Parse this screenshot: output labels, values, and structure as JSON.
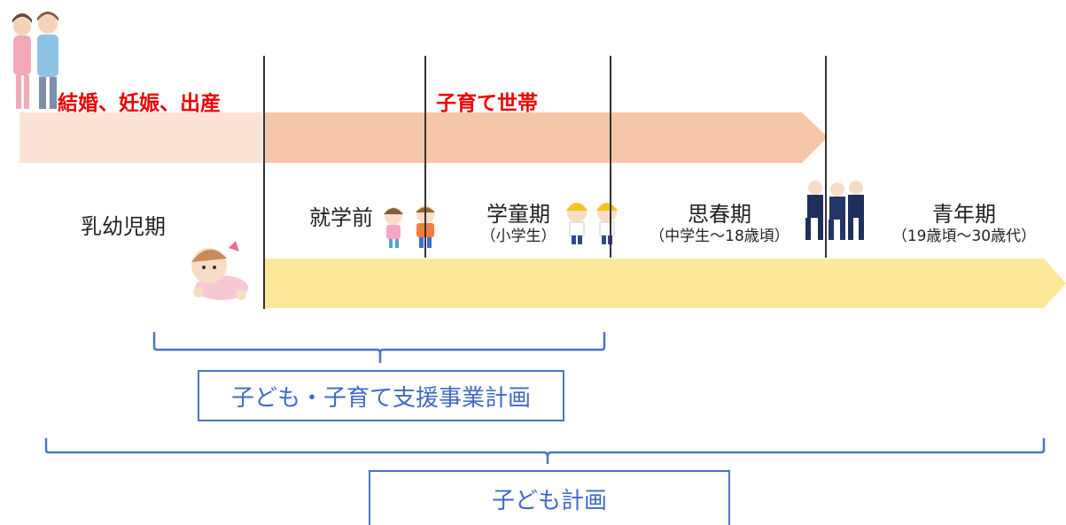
{
  "top_band": {
    "marriage_label": "結婚、妊娠、出産",
    "childrearing_label": "子育て世帯"
  },
  "stages": {
    "infancy": {
      "title": "乳幼児期"
    },
    "preschool": {
      "title": "就学前"
    },
    "elementary": {
      "title": "学童期",
      "note": "（小学生）"
    },
    "adolescence": {
      "title": "思春期",
      "note": "（中学生～18歳頃）"
    },
    "youth": {
      "title": "青年期",
      "note": "（19歳頃～30歳代）"
    }
  },
  "plans": {
    "support_plan": "子ども・子育て支援事業計画",
    "children_plan": "子ども計画"
  },
  "colors": {
    "pale_band": "#fbe3d6",
    "salmon_arrow": "#f6c6a8",
    "yellow_arrow": "#fde79a",
    "label_red": "#ee0000",
    "bracket_blue": "#4a74c7"
  }
}
